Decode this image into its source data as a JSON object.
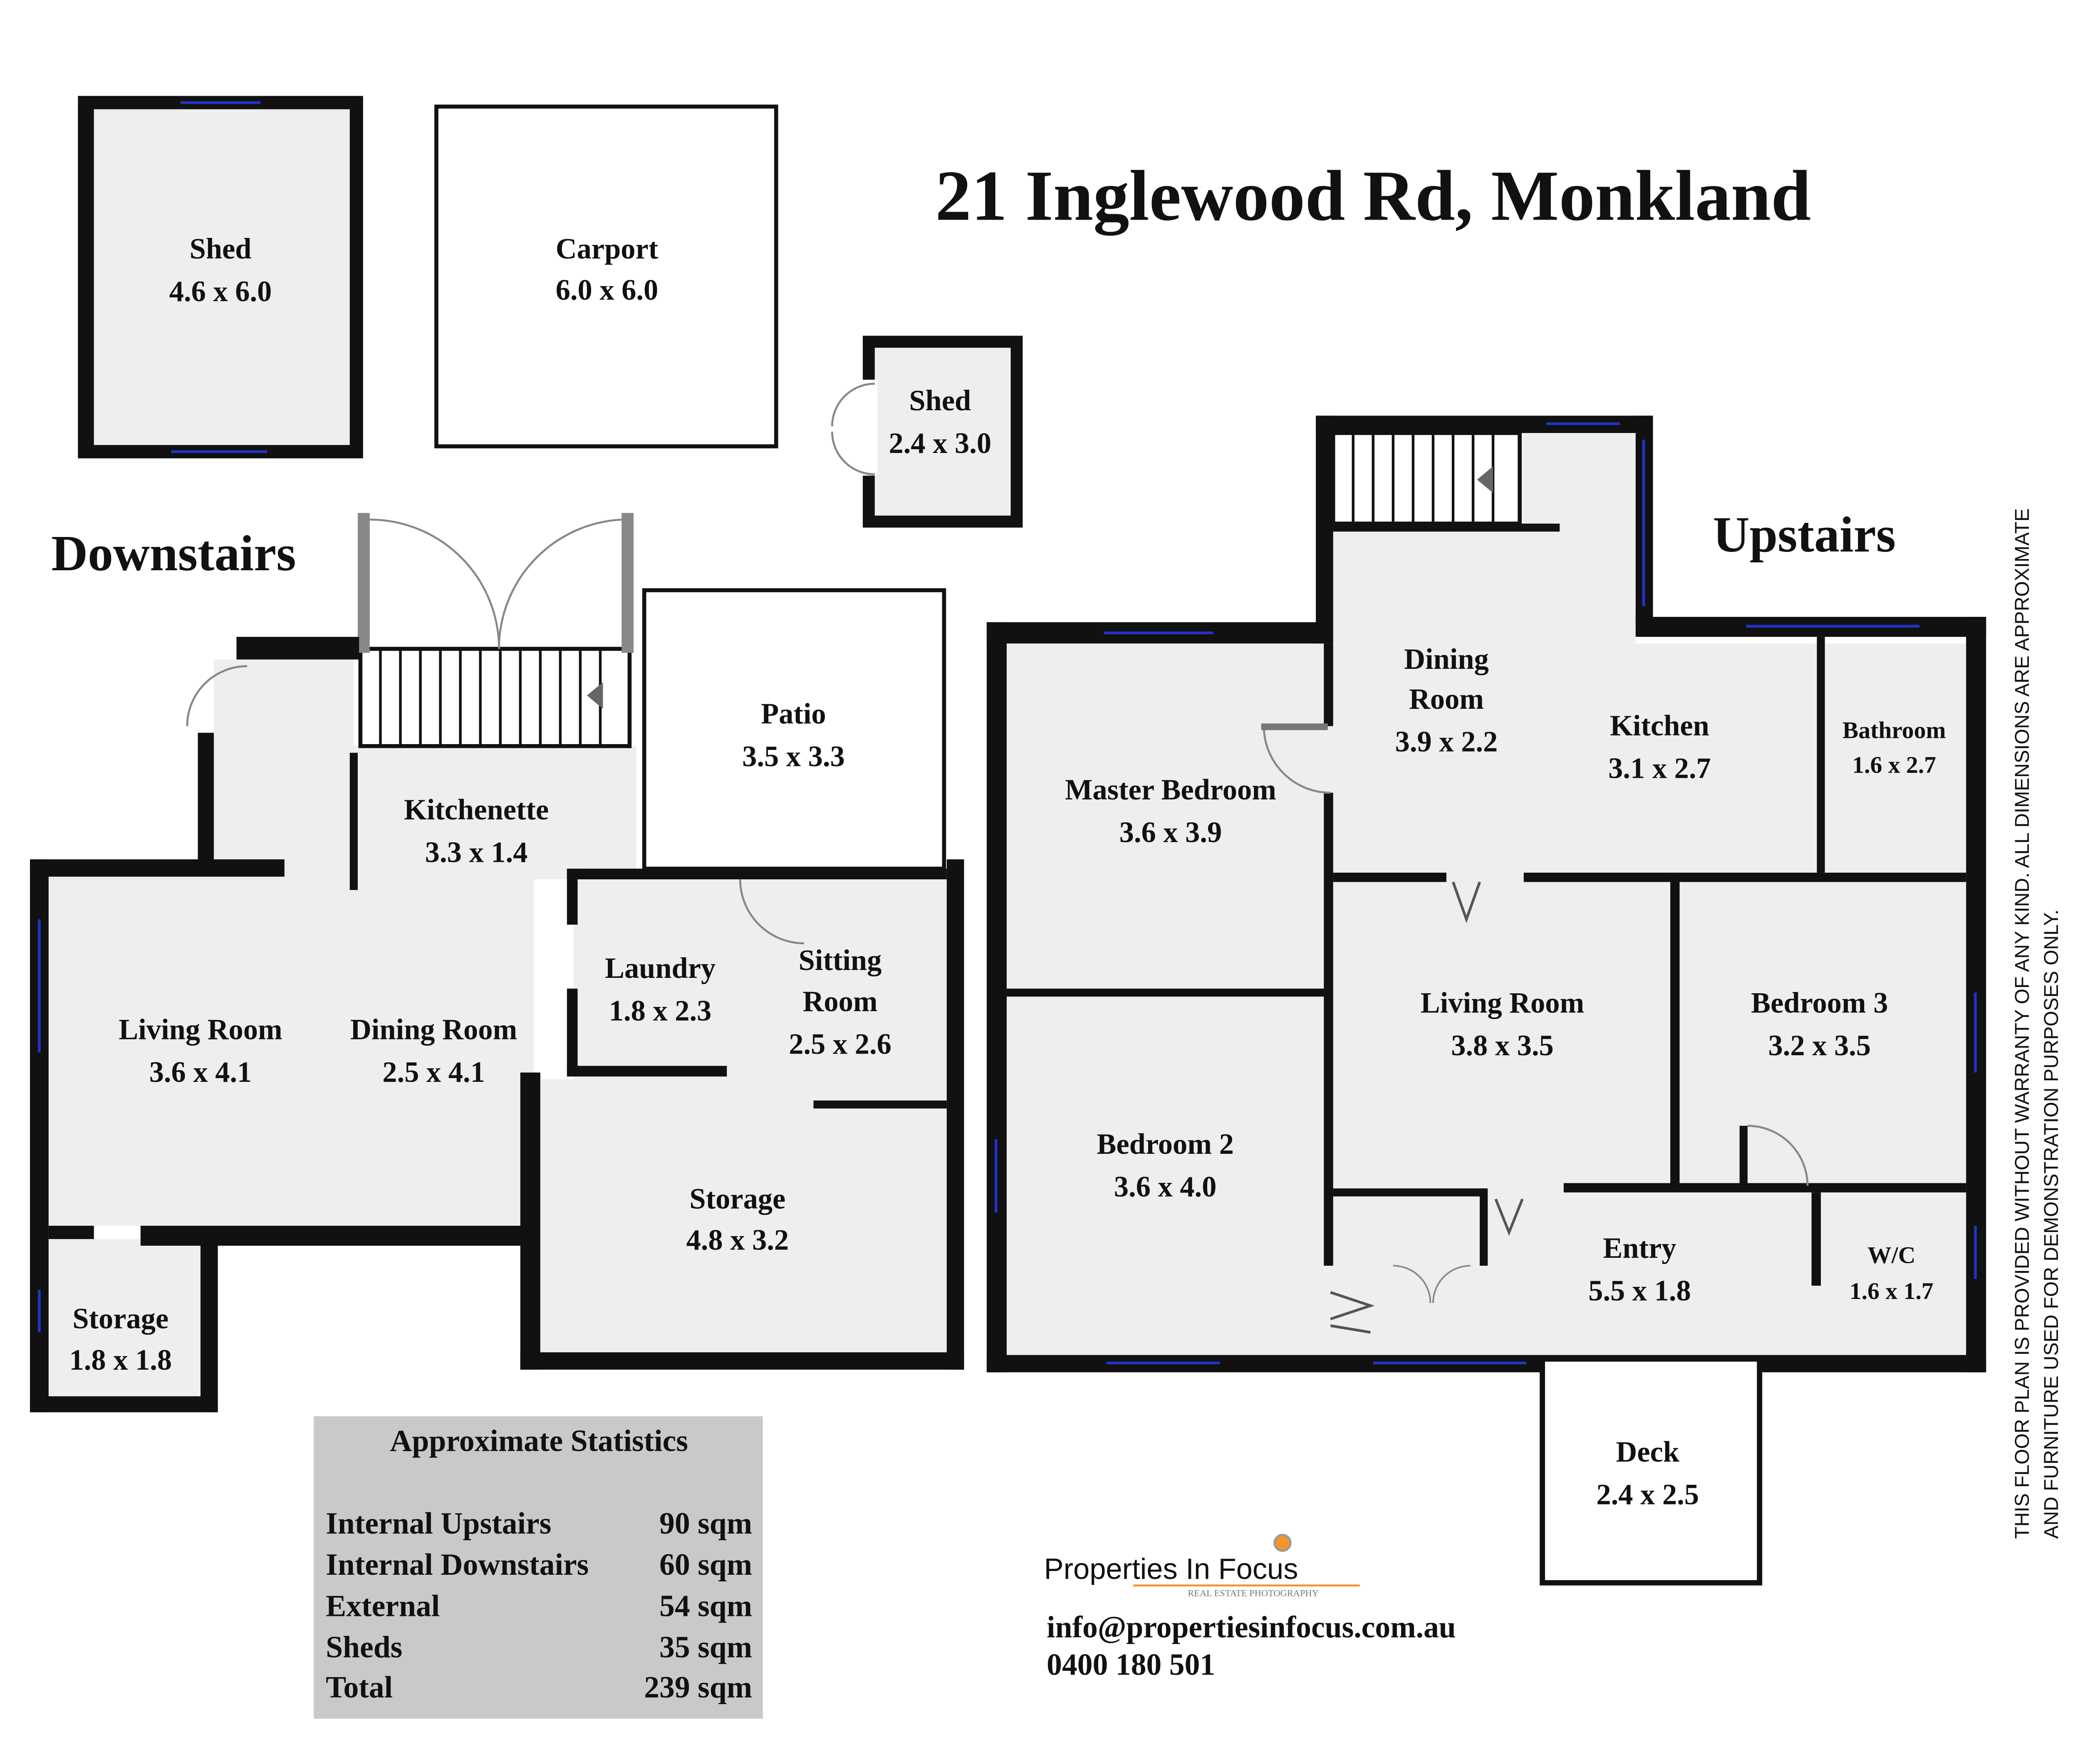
{
  "title": "21 Inglewood Rd, Monkland",
  "sections": {
    "downstairs": "Downstairs",
    "upstairs": "Upstairs"
  },
  "outbuildings": [
    {
      "name": "Shed",
      "dims": "4.6 x 6.0"
    },
    {
      "name": "Carport",
      "dims": "6.0 x 6.0"
    },
    {
      "name": "Shed",
      "dims": "2.4 x 3.0"
    }
  ],
  "downstairs_rooms": [
    {
      "name": "Kitchenette",
      "dims": "3.3 x 1.4"
    },
    {
      "name": "Patio",
      "dims": "3.5 x 3.3"
    },
    {
      "name": "Living Room",
      "dims": "3.6 x 4.1"
    },
    {
      "name": "Dining Room",
      "dims": "2.5 x 4.1"
    },
    {
      "name": "Laundry",
      "dims": "1.8 x 2.3"
    },
    {
      "name": "Sitting",
      "name2": "Room",
      "dims": "2.5 x 2.6"
    },
    {
      "name": "Storage",
      "dims": "4.8 x 3.2"
    },
    {
      "name": "Storage",
      "dims": "1.8 x 1.8"
    }
  ],
  "upstairs_rooms": [
    {
      "name": "Dining",
      "name2": "Room",
      "dims": "3.9 x 2.2"
    },
    {
      "name": "Kitchen",
      "dims": "3.1 x 2.7"
    },
    {
      "name": "Bathroom",
      "dims": "1.6 x 2.7"
    },
    {
      "name": "Master Bedroom",
      "dims": "3.6 x 3.9"
    },
    {
      "name": "Living Room",
      "dims": "3.8 x 3.5"
    },
    {
      "name": "Bedroom 3",
      "dims": "3.2 x 3.5"
    },
    {
      "name": "Bedroom 2",
      "dims": "3.6 x 4.0"
    },
    {
      "name": "Entry",
      "dims": "5.5 x 1.8"
    },
    {
      "name": "W/C",
      "dims": "1.6 x 1.7"
    },
    {
      "name": "Deck",
      "dims": "2.4 x 2.5"
    }
  ],
  "statistics": {
    "heading": "Approximate Statistics",
    "rows": [
      {
        "label": "Internal Upstairs",
        "value": "90 sqm"
      },
      {
        "label": "Internal Downstairs",
        "value": "60 sqm"
      },
      {
        "label": "External",
        "value": "54 sqm"
      },
      {
        "label": "Sheds",
        "value": "35 sqm"
      },
      {
        "label": "Total",
        "value": "239 sqm"
      }
    ]
  },
  "branding": {
    "logo_text": "Properties In Focus",
    "logo_tagline": "REAL ESTATE PHOTOGRAPHY",
    "email": "info@propertiesinfocus.com.au",
    "phone": "0400 180 501",
    "accent": "#f0962a"
  },
  "disclaimer": {
    "line1": "THIS FLOOR PLAN IS PROVIDED WITHOUT WARRANTY OF ANY KIND. ALL DIMENSIONS ARE APPROXIMATE",
    "line2": "AND FURNITURE USED FOR DEMONSTRATION PURPOSES ONLY."
  }
}
